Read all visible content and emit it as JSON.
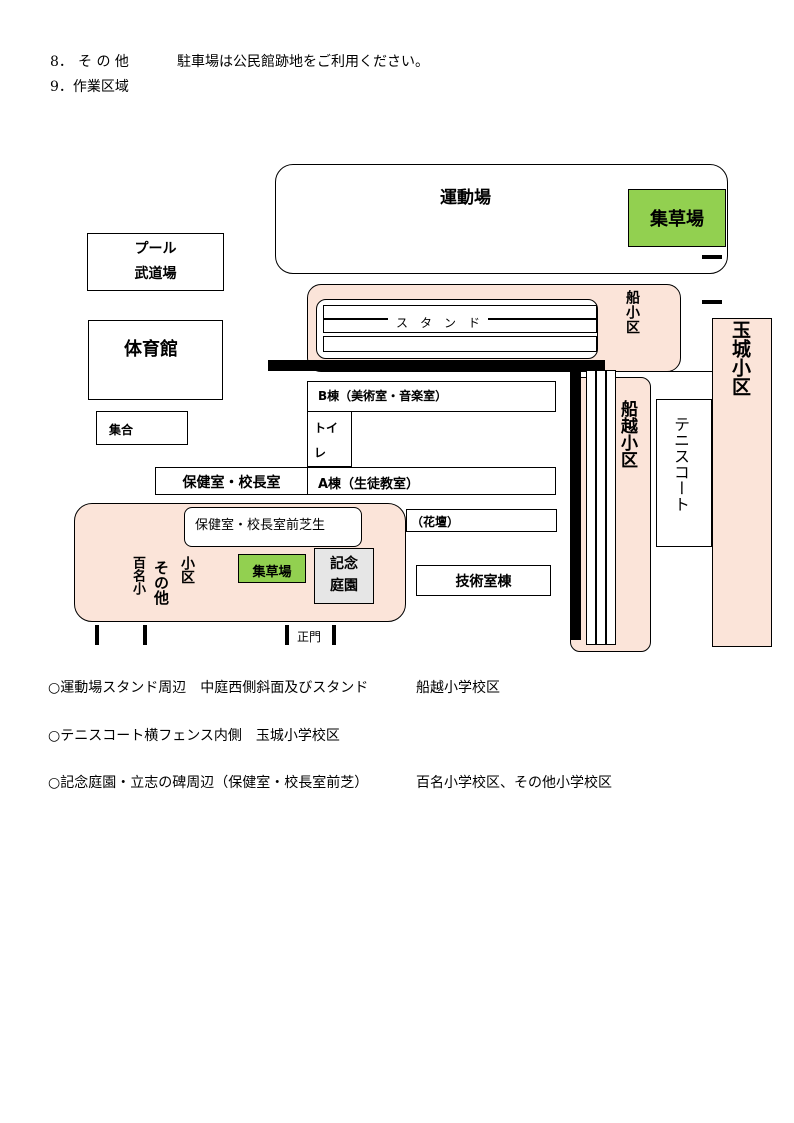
{
  "header": {
    "item8_num": "8．",
    "item8_label": "そ の 他",
    "item8_text": "駐車場は公民館跡地をご利用ください。",
    "item9": "9．作業区域"
  },
  "map": {
    "undoujou": "運動場",
    "shuusoujou_top": "集草場",
    "pool": "プール",
    "budoujou": "武道場",
    "taiikukan": "体育館",
    "stand": "ス　タ　ン　ド",
    "funakoshi_small": "船小区",
    "tamagusuku": "玉城小区",
    "b_tou": "B棟（美術室・音楽室）",
    "toilet": "トイレ",
    "shuugou": "集合",
    "hokenshitsu": "保健室・校長室",
    "a_tou": "A棟（生徒教室）",
    "funakoshi_big": "船越小区",
    "tennis": "テニスコート",
    "lawn": "保健室・校長室前芝生",
    "kadan": "（花壇）",
    "momona_a": "百名小",
    "sonota": "その他",
    "shouku": "小区",
    "shuusoujou_bottom": "集草場",
    "kinen": "記念庭園",
    "gijutsu": "技術室棟",
    "seimon": "正門"
  },
  "assignments": [
    {
      "area": "○運動場スタンド周辺　中庭西側斜面及びスタンド",
      "school": "船越小学校区"
    },
    {
      "area": "○テニスコート横フェンス内側　玉城小学校区",
      "school": ""
    },
    {
      "area": "○記念庭園・立志の碑周辺（保健室・校長室前芝）",
      "school": "百名小学校区、その他小学校区"
    }
  ],
  "colors": {
    "zone_fill": "#fbe4d9",
    "collection_green": "#92d050",
    "garden_gray": "#e6e6e6"
  }
}
